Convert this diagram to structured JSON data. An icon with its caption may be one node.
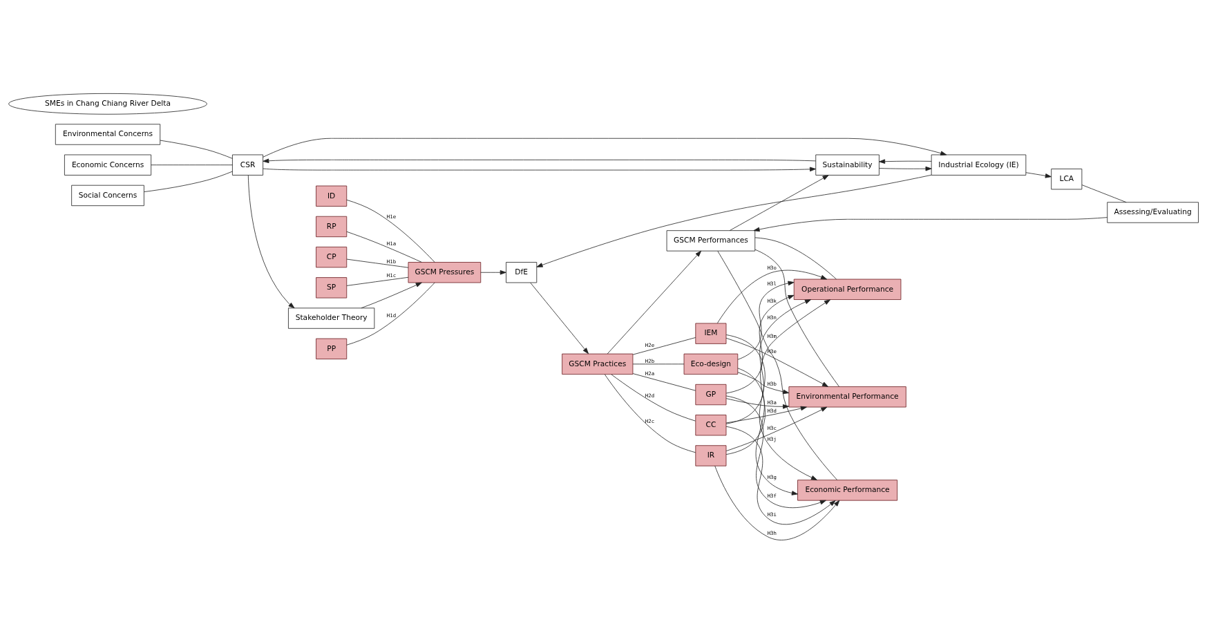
{
  "diagram": {
    "nodes": [
      {
        "text": [
          "Environmental Concerns"
        ]
      },
      {
        "text": [
          "Economic Concerns"
        ]
      },
      {
        "text": [
          "Social Concerns"
        ]
      },
      {
        "text": [
          "CSR"
        ]
      },
      {
        "text": [
          "Stakeholder Theory"
        ]
      },
      {
        "text": [
          "Industrial Ecology (IE)"
        ]
      },
      {
        "text": [
          "RP"
        ]
      },
      {
        "text": [
          "CP"
        ]
      },
      {
        "text": [
          "SP"
        ]
      },
      {
        "text": [
          "PP"
        ]
      },
      {
        "text": [
          "ID"
        ]
      },
      {
        "text": [
          "GSCM Pressures"
        ]
      },
      {
        "text": [
          "DfE"
        ]
      },
      {
        "text": [
          "GSCM Practices"
        ]
      },
      {
        "text": [
          "GP"
        ]
      },
      {
        "text": [
          "Eco-design"
        ]
      },
      {
        "text": [
          "IR"
        ]
      },
      {
        "text": [
          "CC"
        ]
      },
      {
        "text": [
          "IEM"
        ]
      },
      {
        "text": [
          "GSCM Performances"
        ]
      },
      {
        "text": [
          "Environmental Performance"
        ]
      },
      {
        "text": [
          "Economic Performance"
        ]
      },
      {
        "text": [
          "Operational Performance"
        ]
      },
      {
        "text": [
          "LCA"
        ]
      },
      {
        "text": [
          "Assessing/Evaluating"
        ]
      },
      {
        "text": [
          "Sustainability"
        ]
      },
      {
        "text": [
          "SMEs in Chang Chiang River Delta"
        ]
      }
    ],
    "edges": [
      {
        "from": 0,
        "to": 3,
        "arrow": "none"
      },
      {
        "from": 1,
        "to": 3,
        "arrow": "none"
      },
      {
        "from": 2,
        "to": 3,
        "arrow": "none"
      },
      {
        "from": 3,
        "to": 4,
        "arrow": "to"
      },
      {
        "from": 3,
        "to": 5,
        "arrow": "to"
      },
      {
        "from": 4,
        "to": 11,
        "arrow": "to"
      },
      {
        "from": 6,
        "to": 11,
        "arrow": "none",
        "label": "H1a"
      },
      {
        "from": 7,
        "to": 11,
        "arrow": "none",
        "label": "H1b"
      },
      {
        "from": 8,
        "to": 11,
        "arrow": "none",
        "label": "H1c"
      },
      {
        "from": 9,
        "to": 11,
        "arrow": "none",
        "label": "H1d"
      },
      {
        "from": 10,
        "to": 11,
        "arrow": "none",
        "label": "H1e"
      },
      {
        "from": 11,
        "to": 12,
        "arrow": "to"
      },
      {
        "from": 5,
        "to": 12,
        "arrow": "to"
      },
      {
        "from": 12,
        "to": 13,
        "arrow": "to"
      },
      {
        "from": 13,
        "to": 14,
        "arrow": "none",
        "label": "H2a"
      },
      {
        "from": 13,
        "to": 15,
        "arrow": "none",
        "label": "H2b"
      },
      {
        "from": 13,
        "to": 16,
        "arrow": "none",
        "label": "H2c"
      },
      {
        "from": 13,
        "to": 17,
        "arrow": "none",
        "label": "H2d"
      },
      {
        "from": 13,
        "to": 18,
        "arrow": "none",
        "label": "H2e"
      },
      {
        "from": 13,
        "to": 19,
        "arrow": "to"
      },
      {
        "from": 19,
        "to": 20,
        "arrow": "none"
      },
      {
        "from": 19,
        "to": 21,
        "arrow": "none"
      },
      {
        "from": 19,
        "to": 22,
        "arrow": "none"
      },
      {
        "from": 14,
        "to": 20,
        "arrow": "to",
        "label": "H3a"
      },
      {
        "from": 14,
        "to": 21,
        "arrow": "to",
        "label": "H3f"
      },
      {
        "from": 14,
        "to": 22,
        "arrow": "to",
        "label": "H3k"
      },
      {
        "from": 15,
        "to": 20,
        "arrow": "to",
        "label": "H3b"
      },
      {
        "from": 15,
        "to": 21,
        "arrow": "to",
        "label": "H3g"
      },
      {
        "from": 15,
        "to": 22,
        "arrow": "to",
        "label": "H3l"
      },
      {
        "from": 16,
        "to": 20,
        "arrow": "to",
        "label": "H3c"
      },
      {
        "from": 16,
        "to": 21,
        "arrow": "to",
        "label": "H3h"
      },
      {
        "from": 16,
        "to": 22,
        "arrow": "to",
        "label": "H3m"
      },
      {
        "from": 17,
        "to": 20,
        "arrow": "to",
        "label": "H3d"
      },
      {
        "from": 17,
        "to": 21,
        "arrow": "to",
        "label": "H3i"
      },
      {
        "from": 17,
        "to": 22,
        "arrow": "to",
        "label": "H3n"
      },
      {
        "from": 18,
        "to": 20,
        "arrow": "to",
        "label": "H3e"
      },
      {
        "from": 18,
        "to": 21,
        "arrow": "to",
        "label": "H3j"
      },
      {
        "from": 18,
        "to": 22,
        "arrow": "to",
        "label": "H3o"
      },
      {
        "from": 5,
        "to": 23,
        "arrow": "to"
      },
      {
        "from": 23,
        "to": 24,
        "arrow": "none"
      },
      {
        "from": 24,
        "to": 19,
        "arrow": "to"
      },
      {
        "from": 19,
        "to": 25,
        "arrow": "to"
      },
      {
        "from": 3,
        "to": 25,
        "arrow": "to"
      },
      {
        "from": 25,
        "to": 3,
        "arrow": "to"
      },
      {
        "from": 25,
        "to": 5,
        "arrow": "to"
      },
      {
        "from": 5,
        "to": 25,
        "arrow": "to"
      }
    ]
  }
}
